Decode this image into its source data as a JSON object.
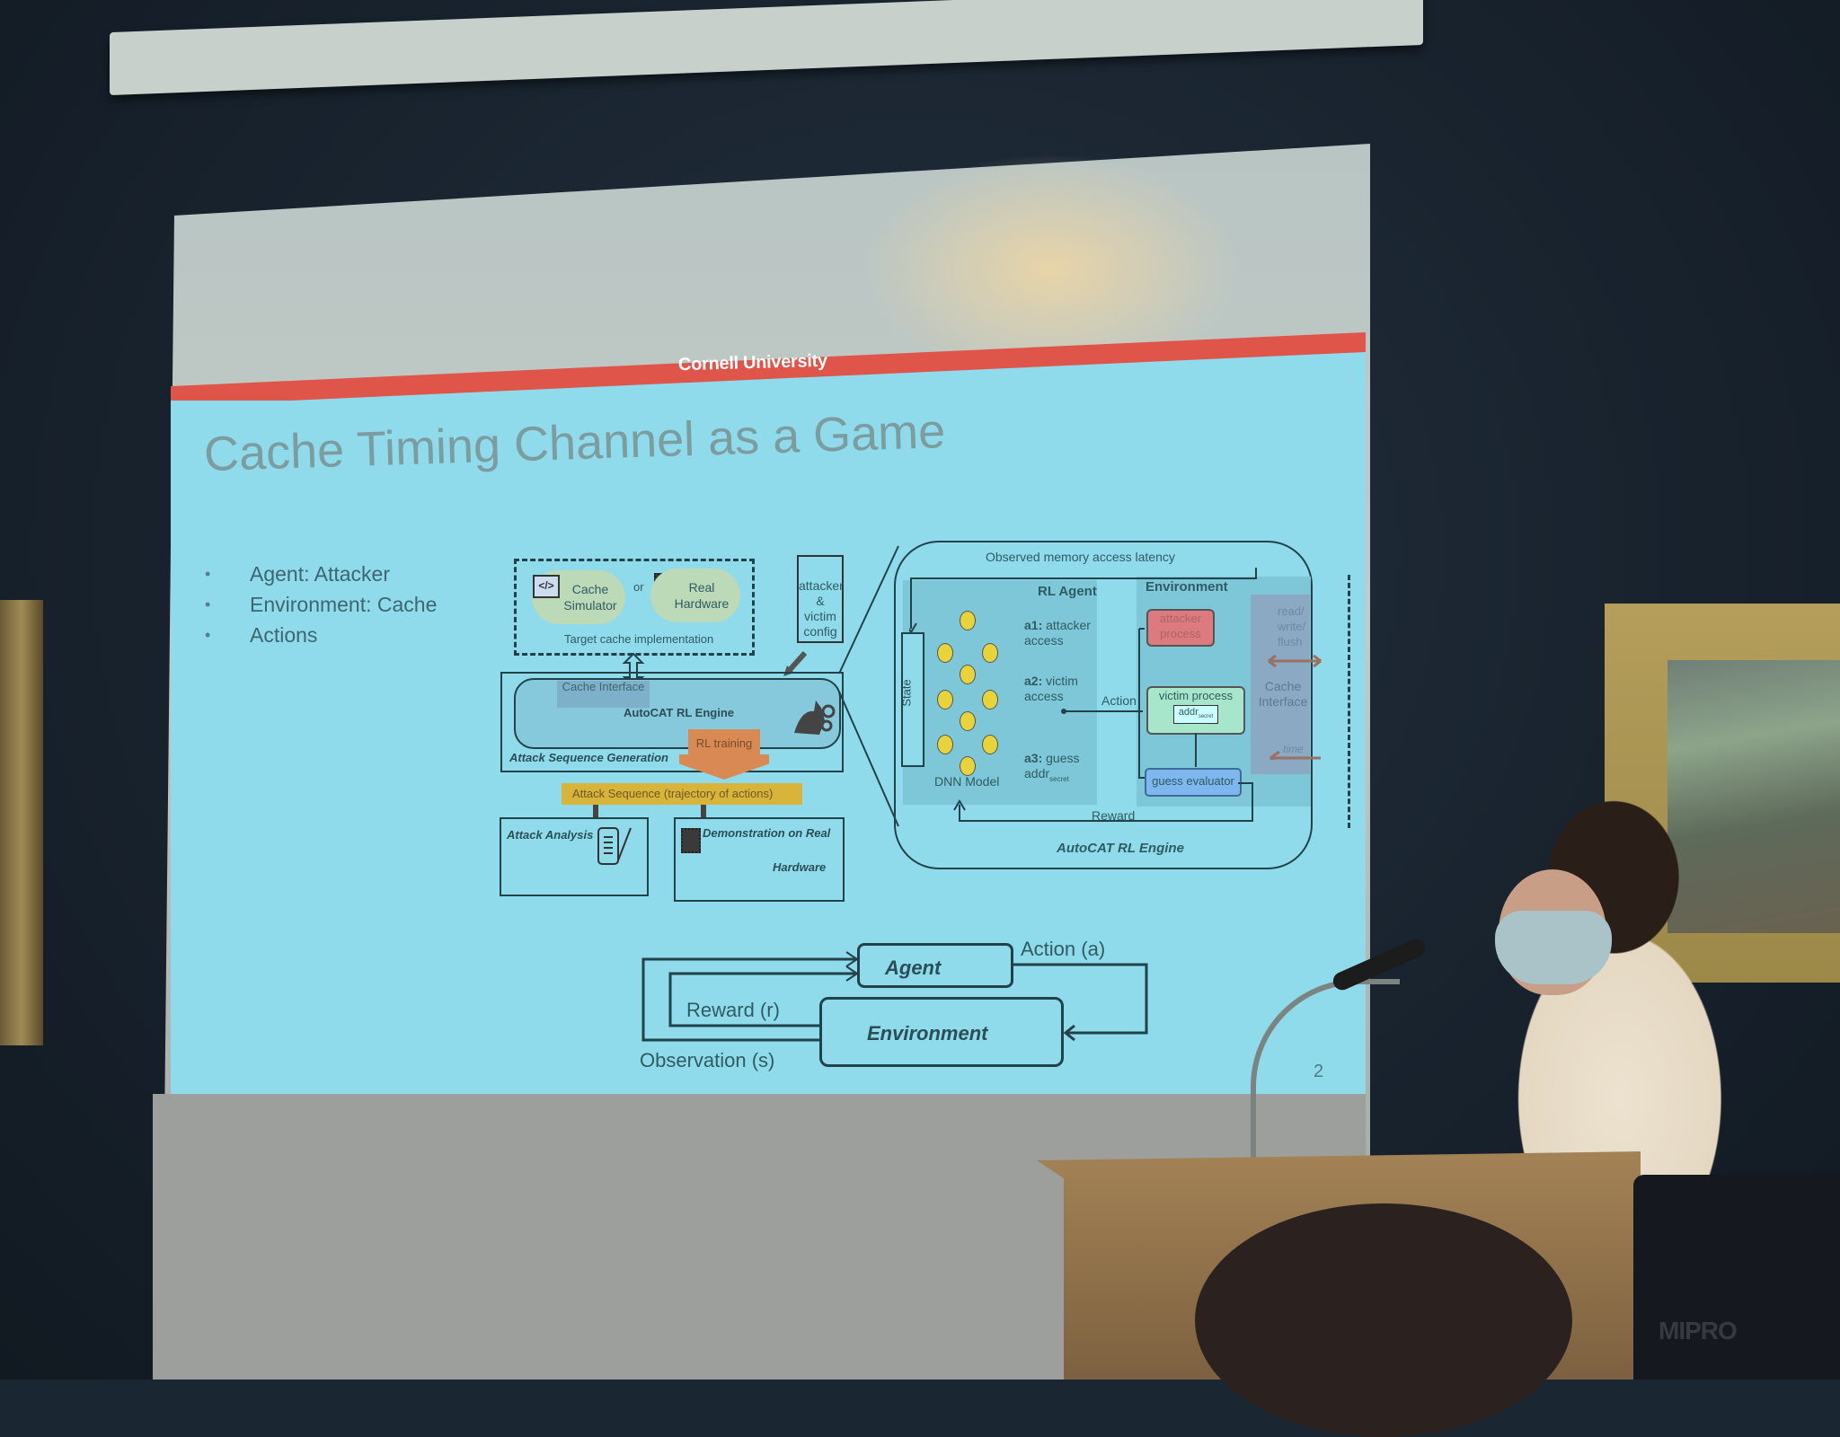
{
  "slide": {
    "header_brand": "Cornell University",
    "title": "Cache Timing Channel as a Game",
    "bullets": [
      "Agent: Attacker",
      "Environment: Cache",
      "Actions"
    ],
    "page_number": "2",
    "colors": {
      "background": "#8fdbec",
      "header_bar": "#e0554a",
      "title_text": "#7c9c9f"
    }
  },
  "diagram_left": {
    "cache_simulator": "Cache Simulator",
    "or": "or",
    "real_hardware": "Real Hardware",
    "target_impl": "Target cache implementation",
    "config_doc": "attacker & victim config",
    "cache_interface": "Cache Interface",
    "engine": "AutoCAT RL Engine",
    "attack_seq_gen": "Attack Sequence Generation",
    "rl_training": "RL training",
    "attack_sequence": "Attack Sequence (trajectory of actions)",
    "attack_analysis": "Attack Analysis",
    "demo_line1": "Demonstration on Real",
    "demo_line2": "Hardware"
  },
  "diagram_right": {
    "observed": "Observed memory access latency",
    "rl_agent": "RL Agent",
    "environment": "Environment",
    "state": "State",
    "a1_label": "a1:",
    "a1_text": "attacker access",
    "a2_label": "a2:",
    "a2_text": "victim access",
    "a3_label": "a3:",
    "a3_text": "guess addr",
    "a3_sub": "secret",
    "dnn": "DNN Model",
    "action": "Action",
    "attacker_process": "attacker process",
    "victim_process": "victim process",
    "addr_secret": "addr",
    "addr_sub": "secret",
    "guess_evaluator": "guess evaluator",
    "rw_flush": "read/ write/ flush",
    "cache_interface": "Cache Interface",
    "time": "time",
    "reward": "Reward",
    "engine": "AutoCAT RL Engine"
  },
  "rl_loop": {
    "agent": "Agent",
    "environment": "Environment",
    "action": "Action (a)",
    "reward": "Reward (r)",
    "observation": "Observation (s)"
  },
  "room": {
    "speaker_brand": "MIPRO"
  }
}
